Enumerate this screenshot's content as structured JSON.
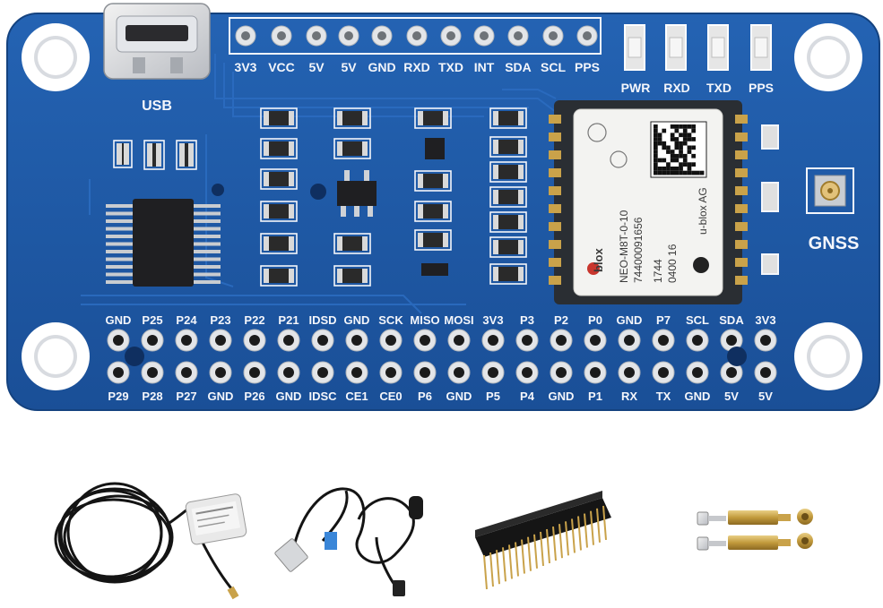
{
  "board": {
    "usb_label": "USB",
    "gnss_label": "GNSS",
    "top_header_labels": [
      "3V3",
      "VCC",
      "5V",
      "5V",
      "GND",
      "RXD",
      "TXD",
      "INT",
      "SDA",
      "SCL",
      "PPS"
    ],
    "led_labels": [
      "PWR",
      "RXD",
      "TXD",
      "PPS"
    ],
    "gpio_top_labels": [
      "GND",
      "P25",
      "P24",
      "P23",
      "P22",
      "P21",
      "IDSD",
      "GND",
      "SCK",
      "MISO",
      "MOSI",
      "3V3",
      "P3",
      "P2",
      "P0",
      "GND",
      "P7",
      "SCL",
      "SDA",
      "3V3"
    ],
    "gpio_bottom_labels": [
      "P29",
      "P28",
      "P27",
      "GND",
      "P26",
      "GND",
      "IDSC",
      "CE1",
      "CE0",
      "P6",
      "GND",
      "P5",
      "P4",
      "GND",
      "P1",
      "RX",
      "TX",
      "GND",
      "5V",
      "5V"
    ]
  },
  "module": {
    "brand": "u-blox",
    "line1": "NEO-M8T-0-10",
    "line2": "74400091656",
    "line3": "1744",
    "line4": "0400  16",
    "side": "u-blox AG",
    "logo_text": "blox"
  },
  "colors": {
    "pcb": "#1e5aa8",
    "pcb_edge": "#17498a",
    "silkscreen": "#f4f6fb",
    "gold": "#c9a24a"
  }
}
